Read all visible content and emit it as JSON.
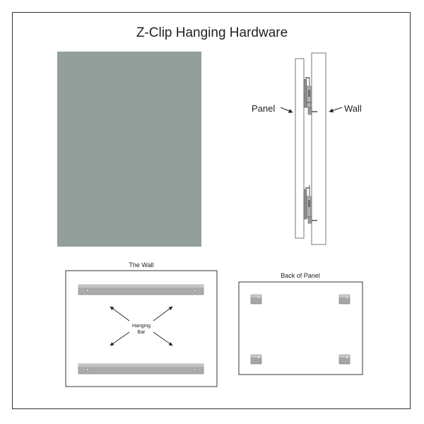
{
  "title": "Z-Clip Hanging Hardware",
  "side_view": {
    "panel_label": "Panel",
    "wall_label": "Wall"
  },
  "wall_view": {
    "caption": "The Wall",
    "bar_label_line1": "Hanging",
    "bar_label_line2": "Bar"
  },
  "panel_back": {
    "caption": "Back of Panel"
  },
  "colors": {
    "panel_fill": "#939f9b",
    "metal": "#a9a9a9",
    "metal_dark": "#6f6f6f",
    "line": "#333333"
  }
}
